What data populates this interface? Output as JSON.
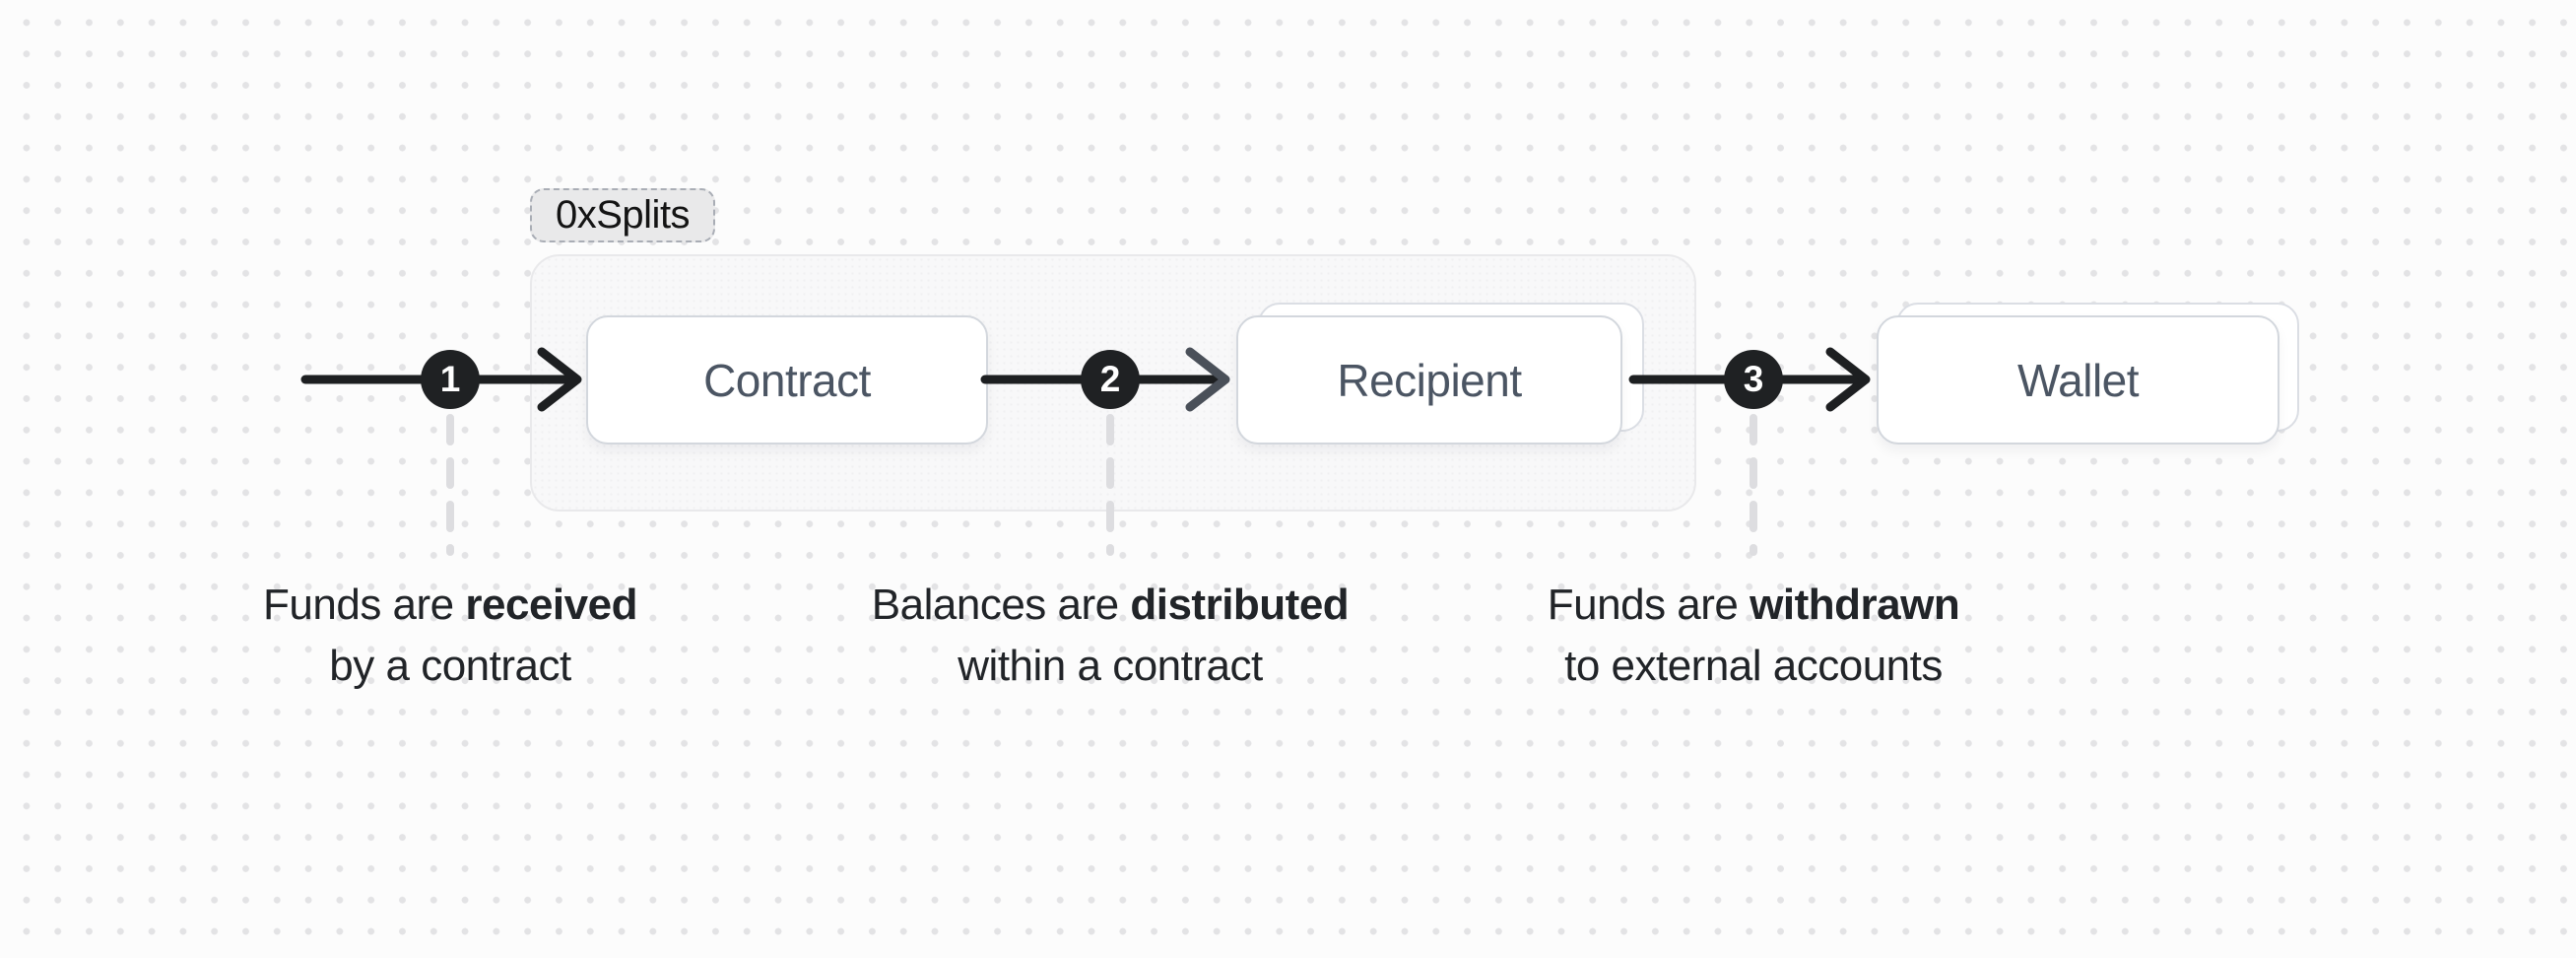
{
  "badge": {
    "label": "0xSplits"
  },
  "nodes": [
    {
      "id": "contract",
      "label": "Contract",
      "stacked": false
    },
    {
      "id": "recipient",
      "label": "Recipient",
      "stacked": true
    },
    {
      "id": "wallet",
      "label": "Wallet",
      "stacked": true
    }
  ],
  "steps": [
    {
      "number": "1",
      "caption": {
        "prefix": "Funds are ",
        "bold": "received",
        "line2": "by a contract"
      }
    },
    {
      "number": "2",
      "caption": {
        "prefix": "Balances are ",
        "bold": "distributed",
        "line2": "within a contract"
      }
    },
    {
      "number": "3",
      "caption": {
        "prefix": "Funds are ",
        "bold": "withdrawn",
        "line2": "to external accounts"
      }
    }
  ],
  "flow": {
    "group": {
      "label": "0xSplits",
      "contains": [
        "contract",
        "recipient"
      ]
    },
    "edges": [
      {
        "from": "external-source",
        "to": "contract",
        "step": "1"
      },
      {
        "from": "contract",
        "to": "recipient",
        "step": "2"
      },
      {
        "from": "recipient",
        "to": "wallet",
        "step": "3"
      }
    ]
  },
  "colors": {
    "page_background": "#fcfcfc",
    "dot_grid": "#e3e3e5",
    "arrow": "#1d1f21",
    "recipient_arrowhead": "#4a5059",
    "circle_fill": "#1f2123",
    "circle_text": "#ffffff",
    "node_text": "#4b5563",
    "caption_text": "#212428",
    "badge_background": "#e9e9ea",
    "group_background": "#f8f8f9",
    "card_border": "#d3d7dd",
    "dashed_connector": "#dddde0"
  }
}
